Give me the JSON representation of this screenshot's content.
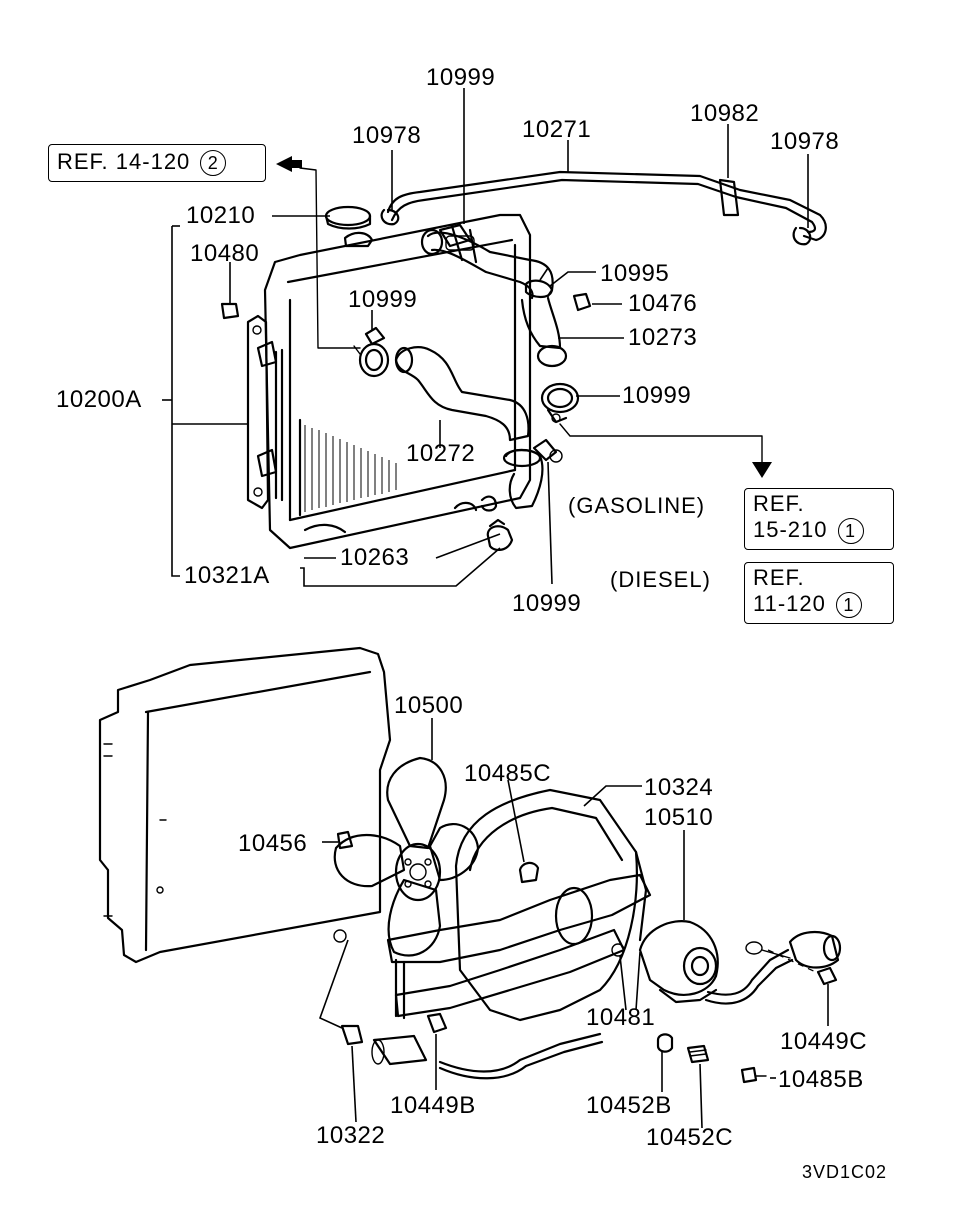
{
  "diagram_code": "3VD1C02",
  "parts": {
    "p10999_top": "10999",
    "p10978_left": "10978",
    "p10271": "10271",
    "p10982": "10982",
    "p10978_right": "10978",
    "p10210": "10210",
    "p10480": "10480",
    "p10999_mid": "10999",
    "p10995": "10995",
    "p10476": "10476",
    "p10273": "10273",
    "p10999_lower": "10999",
    "p10200A": "10200A",
    "p10272": "10272",
    "p10263": "10263",
    "p10321A": "10321A",
    "p10999_bottom": "10999",
    "p10500": "10500",
    "p10485C": "10485C",
    "p10324": "10324",
    "p10510": "10510",
    "p10456": "10456",
    "p10481": "10481",
    "p10449C": "10449C",
    "p10485B": "10485B",
    "p10452B": "10452B",
    "p10452C": "10452C",
    "p10449B": "10449B",
    "p10322": "10322"
  },
  "refs": {
    "top": {
      "text": "REF. 14-120",
      "num": "2"
    },
    "gasoline": {
      "condition": "(GASOLINE)",
      "line1": "REF.",
      "line2": "15-210",
      "num": "1"
    },
    "diesel": {
      "condition": "(DIESEL)",
      "line1": "REF.",
      "line2": "11-120",
      "num": "1"
    }
  }
}
